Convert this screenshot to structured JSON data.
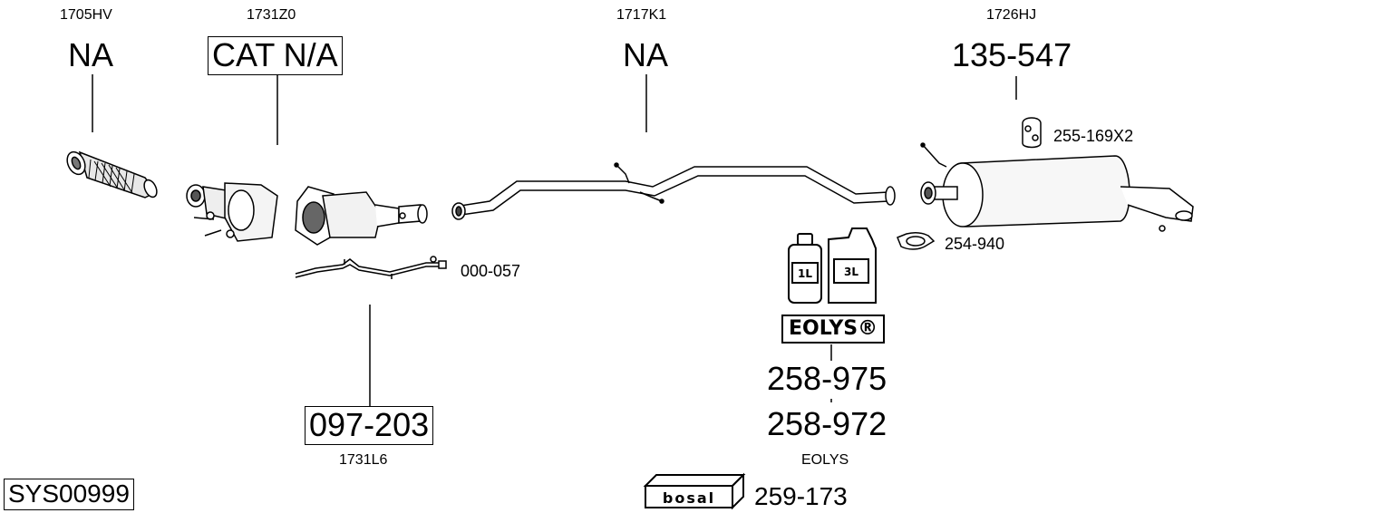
{
  "refs": {
    "r1705HV": "1705HV",
    "r1731Z0": "1731Z0",
    "r1717K1": "1717K1",
    "r1726HJ": "1726HJ",
    "r1731L6": "1731L6",
    "eolys_ref": "EOLYS"
  },
  "parts": {
    "front_pipe": "NA",
    "catalyst": "CAT N/A",
    "middle_pipe": "NA",
    "rear_silencer": "135-547",
    "clamp_rubber": "255-169X2",
    "clamp": "254-940",
    "sensor_pipe_small": "000-057",
    "particulate_filter": "097-203",
    "eolys_1": "258-975",
    "eolys_2": "258-972",
    "assembly_kit": "259-173"
  },
  "eolys": {
    "brand": "EOLYS®",
    "can_small": "1L",
    "can_large": "3L"
  },
  "kit_brand": "bosal",
  "system_code": "SYS00999"
}
